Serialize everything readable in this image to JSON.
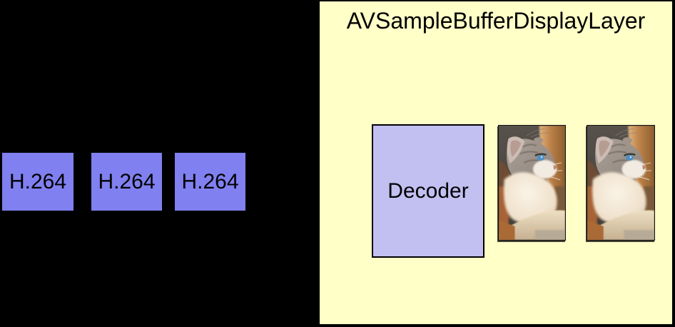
{
  "diagram": {
    "title": "AVSampleBufferDisplayLayer",
    "stream_boxes": [
      {
        "label": "H.264"
      },
      {
        "label": "H.264"
      },
      {
        "label": "H.264"
      }
    ],
    "decoder": {
      "label": "Decoder"
    },
    "frames": [
      {
        "name": "decoded-video-frame-1"
      },
      {
        "name": "decoded-video-frame-2"
      }
    ],
    "colors": {
      "canvas_background": "#000000",
      "layer_panel": "#ffffc8",
      "h264_box": "#8080f0",
      "decoder_box": "#c2bff1",
      "text": "#000000"
    }
  }
}
